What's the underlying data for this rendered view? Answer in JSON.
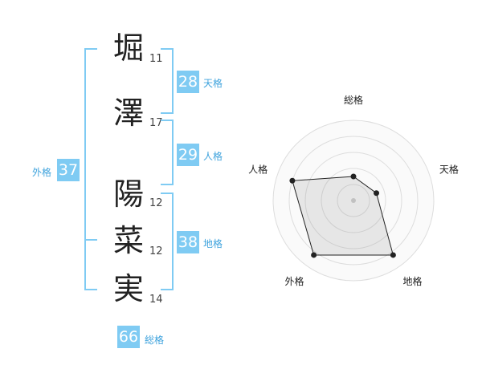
{
  "name": {
    "chars": [
      {
        "kanji": "堀",
        "strokes": "11"
      },
      {
        "kanji": "澤",
        "strokes": "17"
      },
      {
        "kanji": "陽",
        "strokes": "12"
      },
      {
        "kanji": "菜",
        "strokes": "12"
      },
      {
        "kanji": "実",
        "strokes": "14"
      }
    ]
  },
  "scores": {
    "tenkaku": {
      "value": "28",
      "label": "天格"
    },
    "jinkaku": {
      "value": "29",
      "label": "人格"
    },
    "chikaku": {
      "value": "38",
      "label": "地格"
    },
    "gaikaku": {
      "value": "37",
      "label": "外格"
    },
    "soukaku": {
      "value": "66",
      "label": "総格"
    }
  },
  "colors": {
    "accent": "#7fcbf3",
    "label": "#3fa3dd"
  },
  "chart_data": {
    "type": "radar",
    "axes": [
      "総格",
      "天格",
      "地格",
      "外格",
      "人格"
    ],
    "max": 5,
    "values": [
      1.5,
      1.5,
      4.2,
      4.2,
      4.0
    ],
    "rings": 5
  }
}
